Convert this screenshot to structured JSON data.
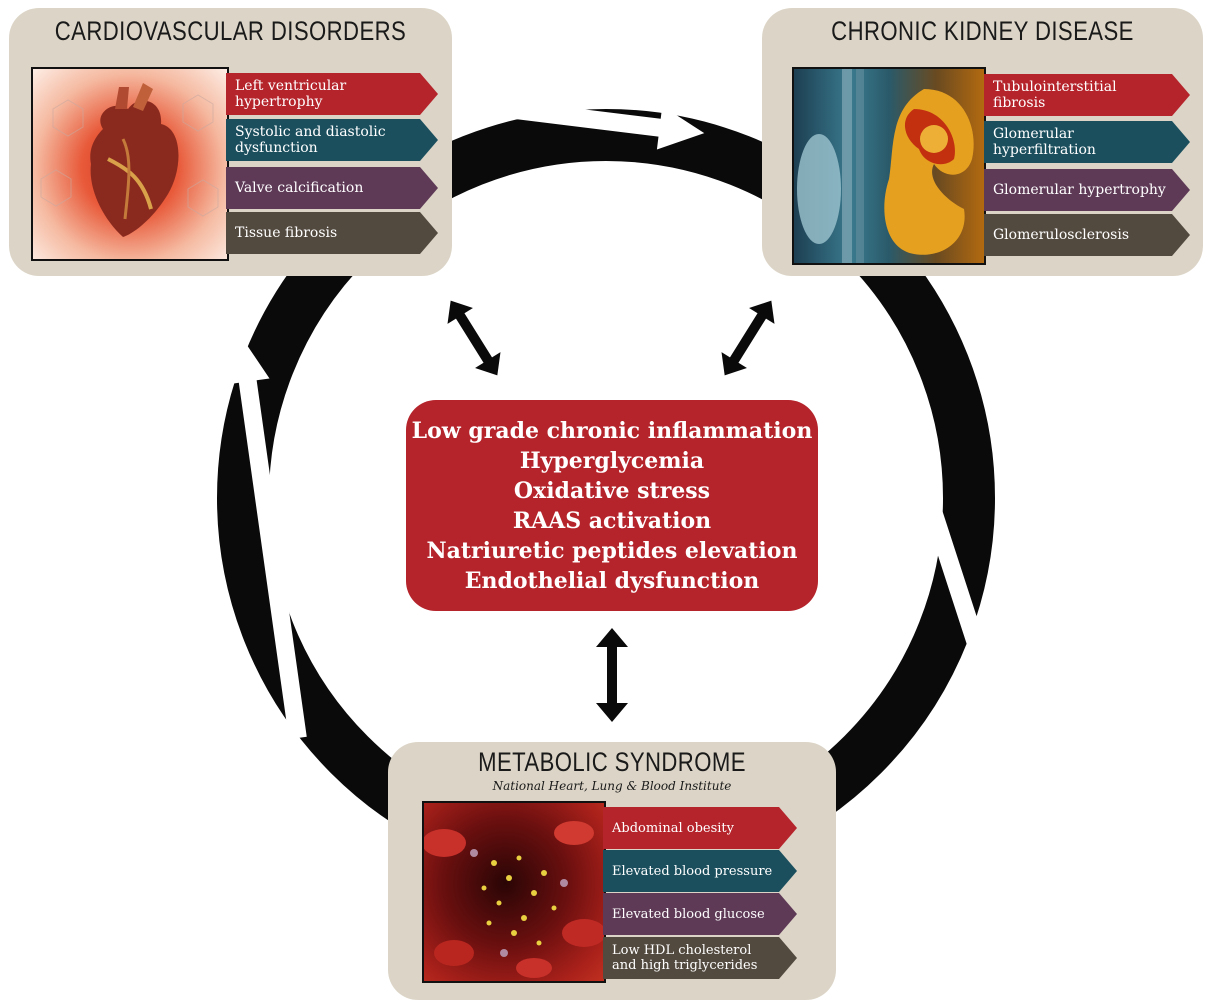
{
  "panels": {
    "cardio": {
      "title": "CARDIOVASCULAR DISORDERS",
      "image": "heart-illustration",
      "items": [
        {
          "label": "Left ventricular hypertrophy",
          "color": "#b5232b"
        },
        {
          "label": "Systolic and diastolic dysfunction",
          "color": "#1b4f5e"
        },
        {
          "label": "Valve calcification",
          "color": "#5e3a57"
        },
        {
          "label": "Tissue fibrosis",
          "color": "#534a3f"
        }
      ]
    },
    "kidney": {
      "title": "CHRONIC KIDNEY DISEASE",
      "image": "kidney-illustration",
      "items": [
        {
          "label": "Tubulointerstitial fibrosis",
          "color": "#b5232b"
        },
        {
          "label": "Glomerular hyperfiltration",
          "color": "#1b4f5e"
        },
        {
          "label": "Glomerular hypertrophy",
          "color": "#5e3a57"
        },
        {
          "label": "Glomerulosclerosis",
          "color": "#534a3f"
        }
      ]
    },
    "metabolic": {
      "title": "METABOLIC SYNDROME",
      "subtitle": "National Heart, Lung & Blood Institute",
      "image": "blood-vessel-illustration",
      "items": [
        {
          "label": "Abdominal obesity",
          "color": "#b5232b"
        },
        {
          "label": "Elevated blood pressure",
          "color": "#1b4f5e"
        },
        {
          "label": "Elevated blood glucose",
          "color": "#5e3a57"
        },
        {
          "label": "Low HDL cholesterol and high triglycerides",
          "color": "#534a3f"
        }
      ]
    }
  },
  "center": {
    "lines": [
      "Low grade chronic inflammation",
      "Hyperglycemia",
      "Oxidative stress",
      "RAAS activation",
      "Natriuretic peptides elevation",
      "Endothelial dysfunction"
    ],
    "color": "#b5232b"
  },
  "icons": [
    "circular-cycle-arrow",
    "double-headed-arrow"
  ]
}
